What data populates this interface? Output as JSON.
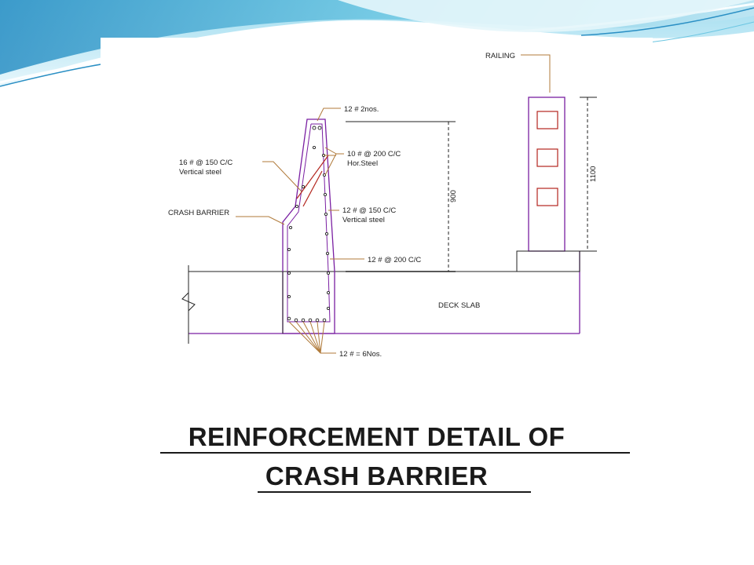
{
  "diagram": {
    "title_line1": "REINFORCEMENT DETAIL OF",
    "title_line2": "CRASH BARRIER",
    "labels": {
      "railing": "RAILING",
      "top_bars": "12 # 2nos.",
      "vertical_steel_16": "16 # @ 150 C/C",
      "vertical_steel_16_sub": "Vertical steel",
      "hor_steel": "10 # @ 200 C/C",
      "hor_steel_sub": "Hor.Steel",
      "crash_barrier": "CRASH BARRIER",
      "vertical_steel_12": "12 # @ 150 C/C",
      "vertical_steel_12_sub": "Vertical steel",
      "base_bars": "12 # @ 200 C/C",
      "deck_slab": "DECK SLAB",
      "bottom_bars": "12 # = 6Nos.",
      "dim_barrier_height": "900",
      "dim_railing_height": "1100"
    },
    "colors": {
      "outline": "#7a1fa2",
      "rebar": "#b3261e",
      "leader": "#b07a3a",
      "line": "#222222",
      "swoosh_light": "#bfe6f3",
      "swoosh_mid": "#6cc6e2",
      "swoosh_dark": "#2a8fc4"
    }
  }
}
